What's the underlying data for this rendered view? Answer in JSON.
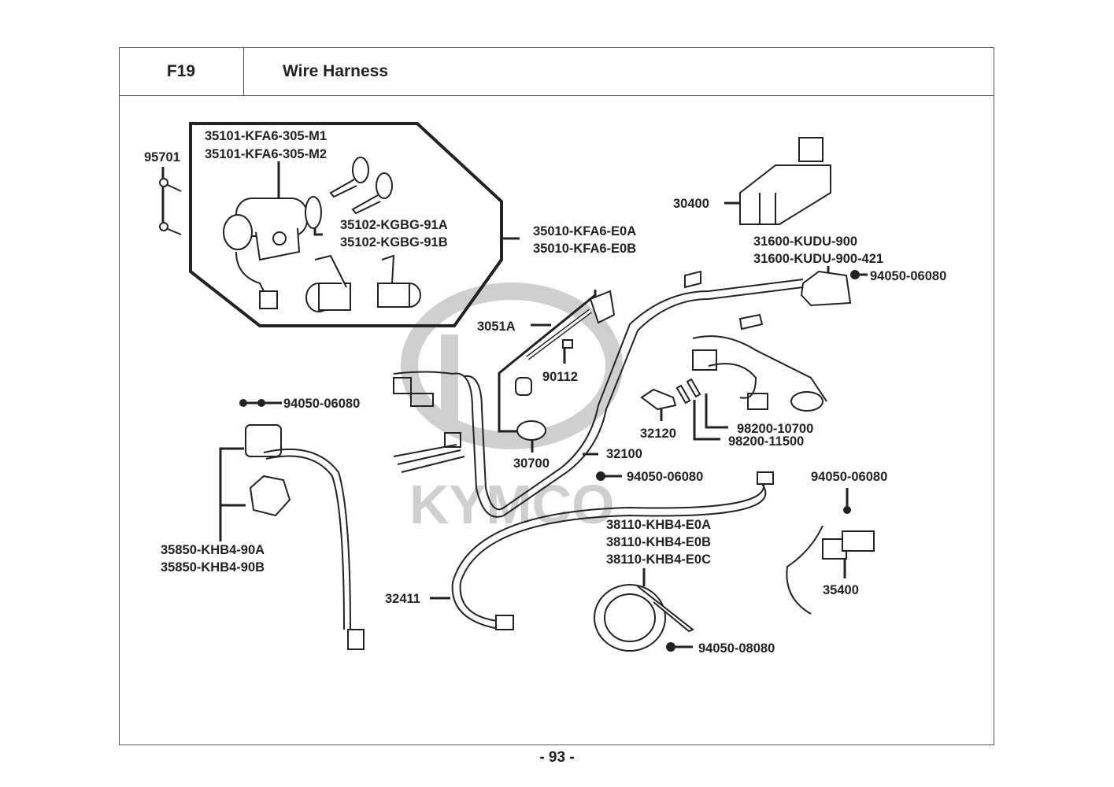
{
  "header": {
    "section_code": "F19",
    "title": "Wire Harness"
  },
  "watermark": {
    "brand": "KYMCO"
  },
  "labels": {
    "l95701": "95701",
    "ignition_switch": [
      "35101-KFA6-305-M1",
      "35101-KFA6-305-M2"
    ],
    "lock_set": [
      "35102-KGBG-91A",
      "35102-KGBG-91B"
    ],
    "key_set": [
      "35010-KFA6-E0A",
      "35010-KFA6-E0B"
    ],
    "l30400": "30400",
    "regulator": [
      "31600-KUDU-900",
      "31600-KUDU-900-421"
    ],
    "nut_reg": "94050-06080",
    "l3051A": "3051A",
    "l90112": "90112",
    "l30700": "30700",
    "l32100": "32100",
    "l32120": "32120",
    "fuse_a": "98200-10700",
    "fuse_b": "98200-11500",
    "nut_starter": "94050-06080",
    "starter_relay": [
      "35850-KHB4-90A",
      "35850-KHB4-90B"
    ],
    "nut_mid": "94050-06080",
    "nut_right": "94050-06080",
    "horn": [
      "38110-KHB4-E0A",
      "38110-KHB4-E0B",
      "38110-KHB4-E0C"
    ],
    "l35400": "35400",
    "l32411": "32411",
    "nut_horn": "94050-08080"
  },
  "footer": {
    "page": "- 93 -"
  }
}
